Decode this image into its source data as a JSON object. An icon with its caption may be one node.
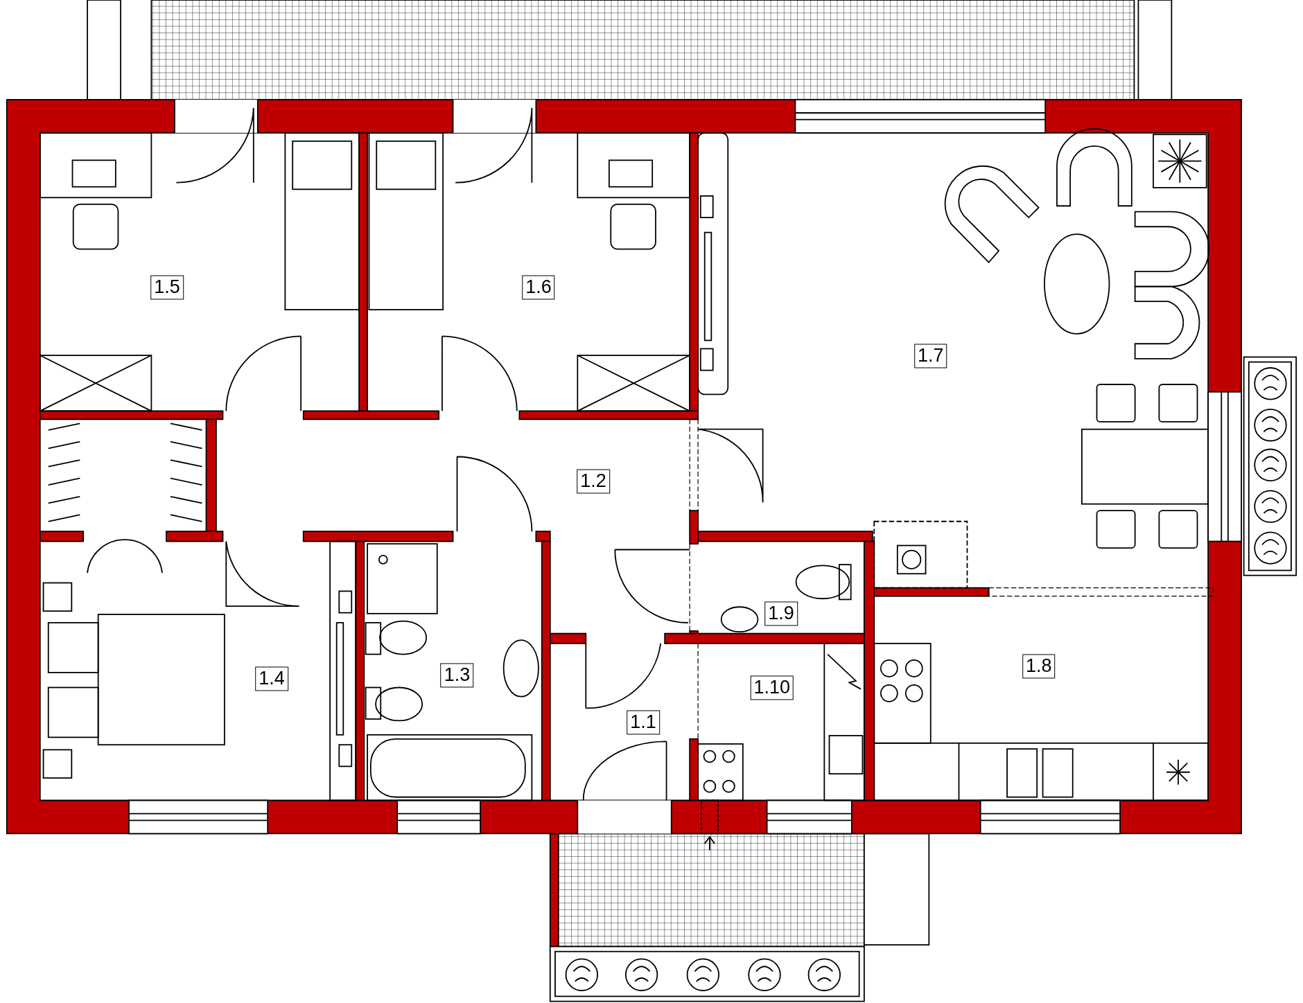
{
  "diagram": {
    "labels": [
      "1.5",
      "1.6",
      "1.7",
      "1.2",
      "1.9",
      "1.4",
      "1.3",
      "1.10",
      "1.8",
      "1.1"
    ]
  }
}
